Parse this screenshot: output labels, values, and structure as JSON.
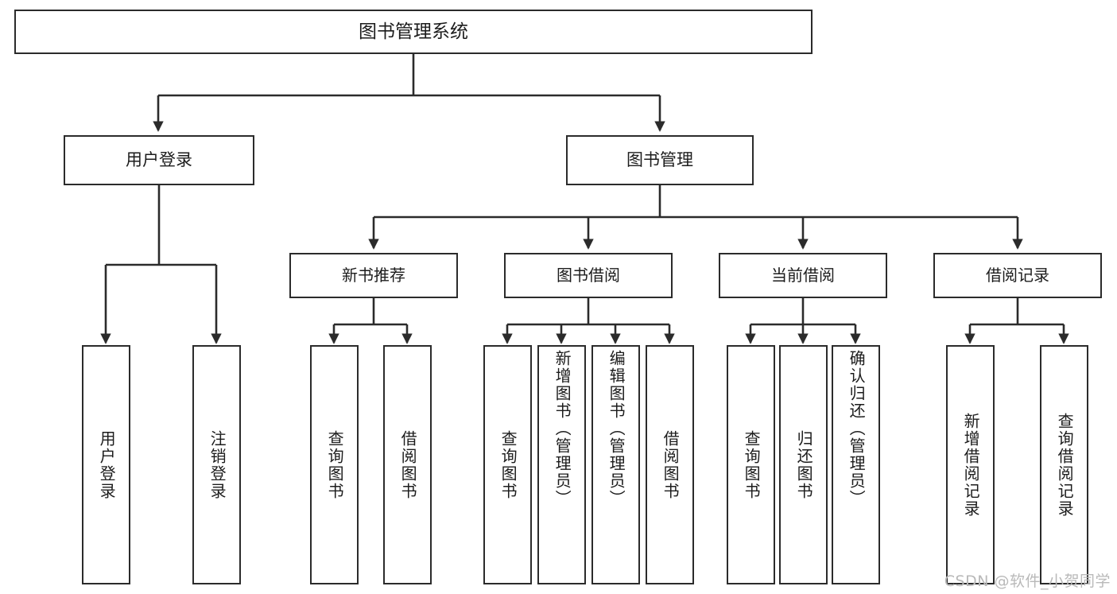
{
  "diagram": {
    "title": "图书管理系统",
    "type": "tree",
    "watermark": "CSDN @软件_小贺同学",
    "colors": {
      "box_border": "#2b2b2b",
      "box_fill": "#ffffff",
      "edge": "#2b2b2b",
      "text": "#1c1c1c",
      "watermark": "#b9b9b9",
      "background": "#ffffff"
    },
    "root": {
      "id": "root",
      "label": "图书管理系统",
      "level": 0
    },
    "level2": [
      {
        "id": "user-login",
        "label": "用户登录",
        "level": 1
      },
      {
        "id": "book-manage",
        "label": "图书管理",
        "level": 1
      }
    ],
    "level3": [
      {
        "id": "new-book-recommend",
        "label": "新书推荐",
        "level": 2,
        "parent": "book-manage"
      },
      {
        "id": "book-borrow",
        "label": "图书借阅",
        "level": 2,
        "parent": "book-manage"
      },
      {
        "id": "current-borrow",
        "label": "当前借阅",
        "level": 2,
        "parent": "book-manage"
      },
      {
        "id": "borrow-record",
        "label": "借阅记录",
        "level": 2,
        "parent": "book-manage"
      }
    ],
    "leaves": [
      {
        "id": "leaf-user-login",
        "label": "用户登录",
        "parent": "user-login"
      },
      {
        "id": "leaf-user-logout",
        "label": "注销登录",
        "parent": "user-login"
      },
      {
        "id": "leaf-query-book-rec",
        "label": "查询图书",
        "parent": "new-book-recommend"
      },
      {
        "id": "leaf-borrow-book-rec",
        "label": "借阅图书",
        "parent": "new-book-recommend"
      },
      {
        "id": "leaf-query-book-borrow",
        "label": "查询图书",
        "parent": "book-borrow"
      },
      {
        "id": "leaf-add-book",
        "label": "新增图书（管理员）",
        "parent": "book-borrow"
      },
      {
        "id": "leaf-edit-book",
        "label": "编辑图书（管理员）",
        "parent": "book-borrow"
      },
      {
        "id": "leaf-borrow-book",
        "label": "借阅图书",
        "parent": "book-borrow"
      },
      {
        "id": "leaf-query-book-current",
        "label": "查询图书",
        "parent": "current-borrow"
      },
      {
        "id": "leaf-return-book",
        "label": "归还图书",
        "parent": "current-borrow"
      },
      {
        "id": "leaf-confirm-return",
        "label": "确认归还（管理员）",
        "parent": "current-borrow"
      },
      {
        "id": "leaf-add-record",
        "label": "新增借阅记录",
        "parent": "borrow-record"
      },
      {
        "id": "leaf-query-record",
        "label": "查询借阅记录",
        "parent": "borrow-record"
      }
    ]
  }
}
